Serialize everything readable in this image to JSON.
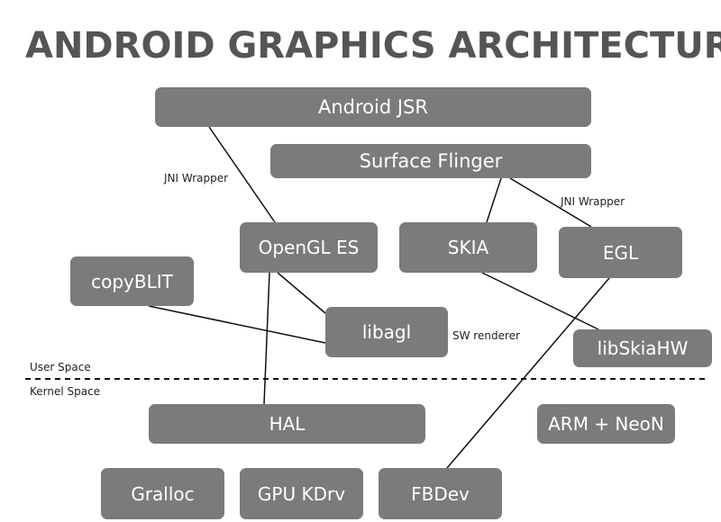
{
  "title": "ANDROID GRAPHICS ARCHITECTURE",
  "components": {
    "android_jsr": "Android JSR",
    "surface_flinger": "Surface Flinger",
    "opengl_es": "OpenGL ES",
    "skia": "SKIA",
    "egl": "EGL",
    "copyblit": "copyBLIT",
    "libagl": "libagl",
    "libskiahw": "libSkiaHW",
    "hal": "HAL",
    "arm_neon": "ARM + NeoN",
    "gralloc": "Gralloc",
    "gpu_kdrv": "GPU KDrv",
    "fbdev": "FBDev"
  },
  "labels": {
    "jni_wrapper_left": "JNI Wrapper",
    "jni_wrapper_right": "JNI Wrapper",
    "sw_renderer": "SW renderer",
    "user_space": "User Space",
    "kernel_space": "Kernel Space"
  },
  "colors": {
    "box_fill": "#7b7b7b",
    "box_text": "#ffffff",
    "title_text": "#555555",
    "line": "#111111"
  }
}
